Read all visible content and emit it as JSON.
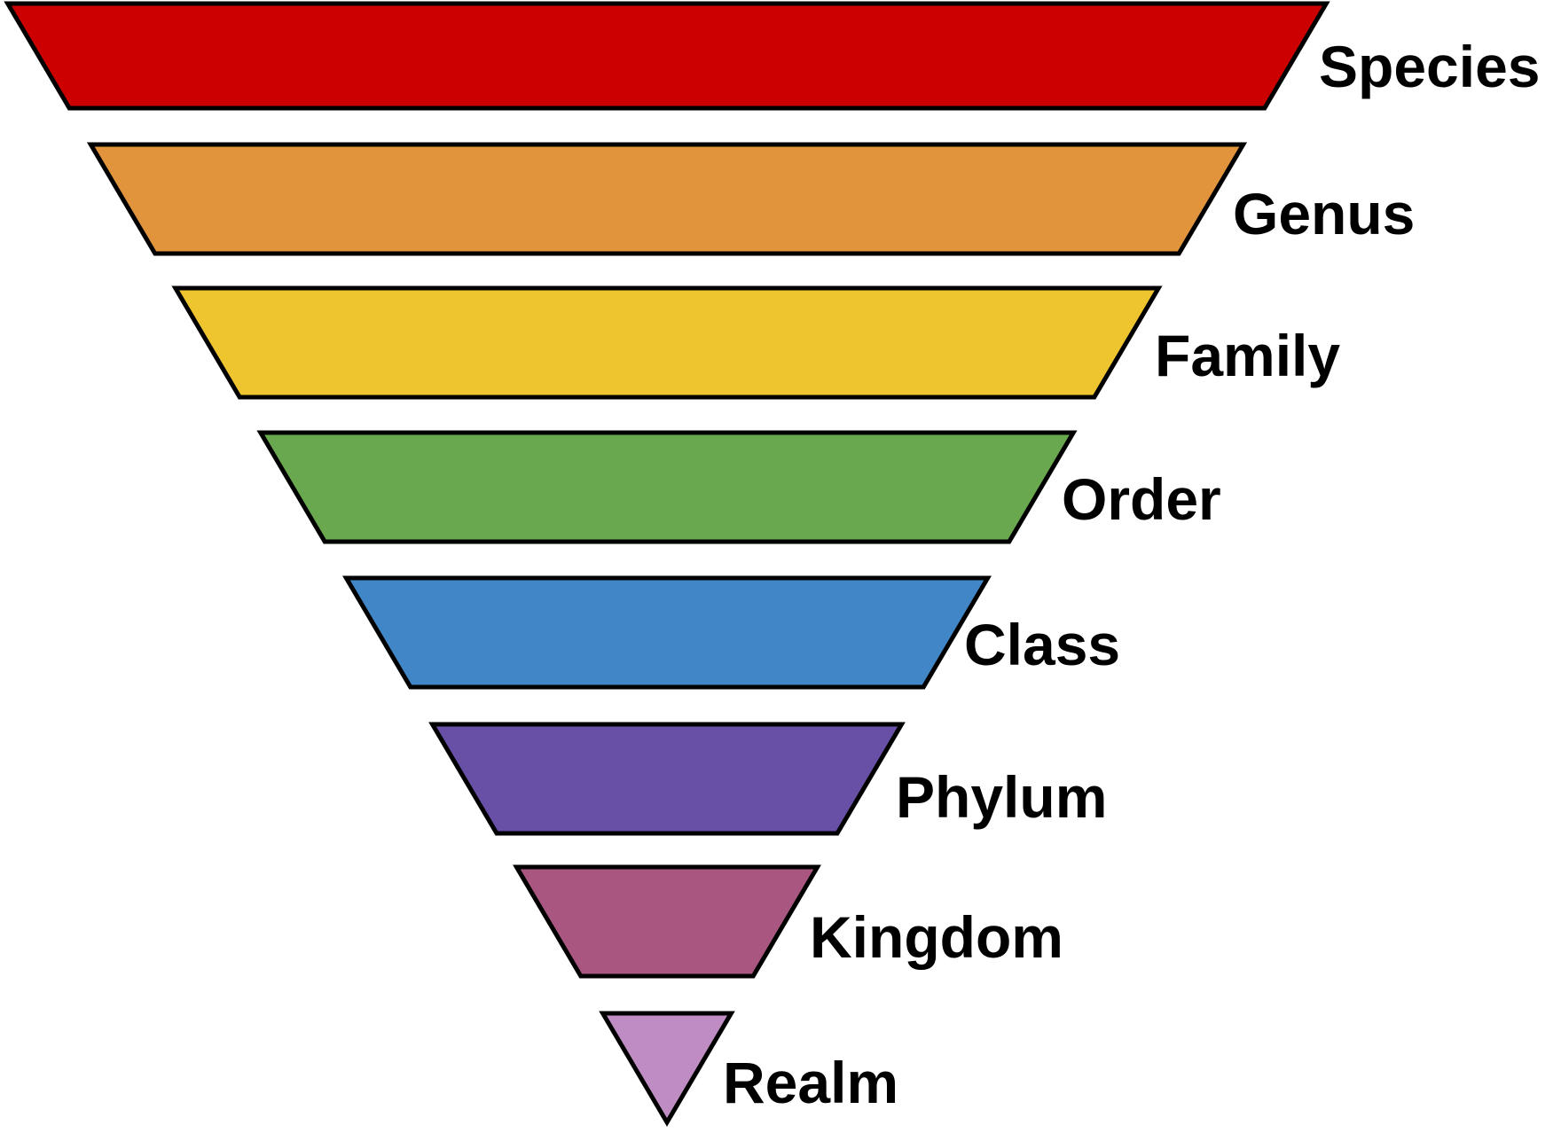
{
  "diagram": {
    "type": "inverted-pyramid-funnel",
    "subject": "taxonomic-rank-hierarchy",
    "background": "#FFFFFF",
    "outline_color": "#000000",
    "label_color": "#000000",
    "levels": [
      {
        "rank": 1,
        "label": "Species",
        "color": "#CC0000"
      },
      {
        "rank": 2,
        "label": "Genus",
        "color": "#E2943D"
      },
      {
        "rank": 3,
        "label": "Family",
        "color": "#EEC52F"
      },
      {
        "rank": 4,
        "label": "Order",
        "color": "#6AA84F"
      },
      {
        "rank": 5,
        "label": "Class",
        "color": "#4186C7"
      },
      {
        "rank": 6,
        "label": "Phylum",
        "color": "#6950A7"
      },
      {
        "rank": 7,
        "label": "Kingdom",
        "color": "#A95681"
      },
      {
        "rank": 8,
        "label": "Realm",
        "color": "#BF8DC3"
      }
    ]
  }
}
